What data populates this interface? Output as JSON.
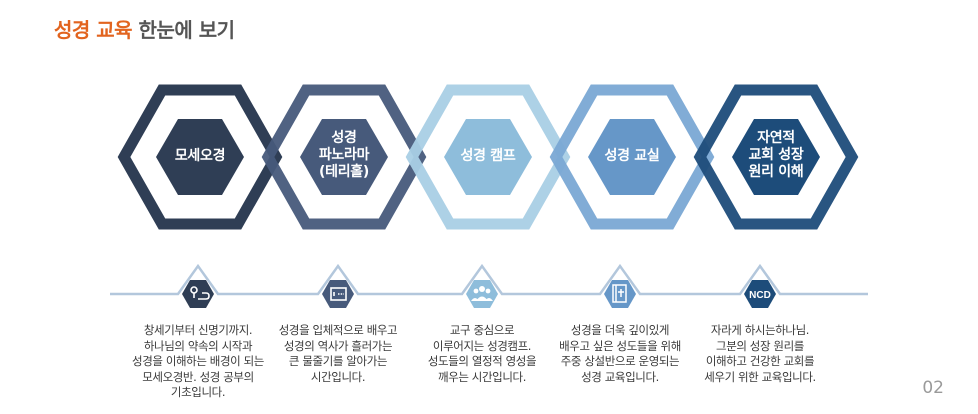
{
  "header": {
    "title_accent": "성경 교육",
    "title_rest": "한눈에 보기"
  },
  "programs": [
    {
      "label": "모세오경",
      "description": "창세기부터 신명기까지.\n하나님의 약속의 시작과\n성경을 이해하는 배경이 되는\n모세오경반. 성경 공부의\n기초입니다.",
      "icon": "map-route-icon",
      "color": "#2f3e55"
    },
    {
      "label": "성경\n파노라마\n(테리홀)",
      "description": "성경을 입체적으로 배우고\n성경의 역사가 흘러가는\n큰 물줄기를 알아가는\n시간입니다.",
      "icon": "timeline-icon",
      "color": "#475a7b"
    },
    {
      "label": "성경 캠프",
      "description": "교구 중심으로\n이루어지는 성경캠프.\n성도들의 열정적 영성을\n깨우는 시간입니다.",
      "icon": "group-icon",
      "color": "#8ebddb"
    },
    {
      "label": "성경 교실",
      "description": "성경을 더욱 깊이있게\n배우고 싶은 성도들을 위해\n주중 상설반으로 운영되는\n성경 교육입니다.",
      "icon": "bible-icon",
      "color": "#6697c8"
    },
    {
      "label": "자연적\n교회 성장\n원리 이해",
      "description": "자라게 하시는하나님.\n그분의 성장 원리를\n이해하고 건강한 교회를\n세우기 위한 교육입니다.",
      "icon": "ncd-logo-icon",
      "color": "#1d4c7a"
    }
  ],
  "page_number": "02"
}
